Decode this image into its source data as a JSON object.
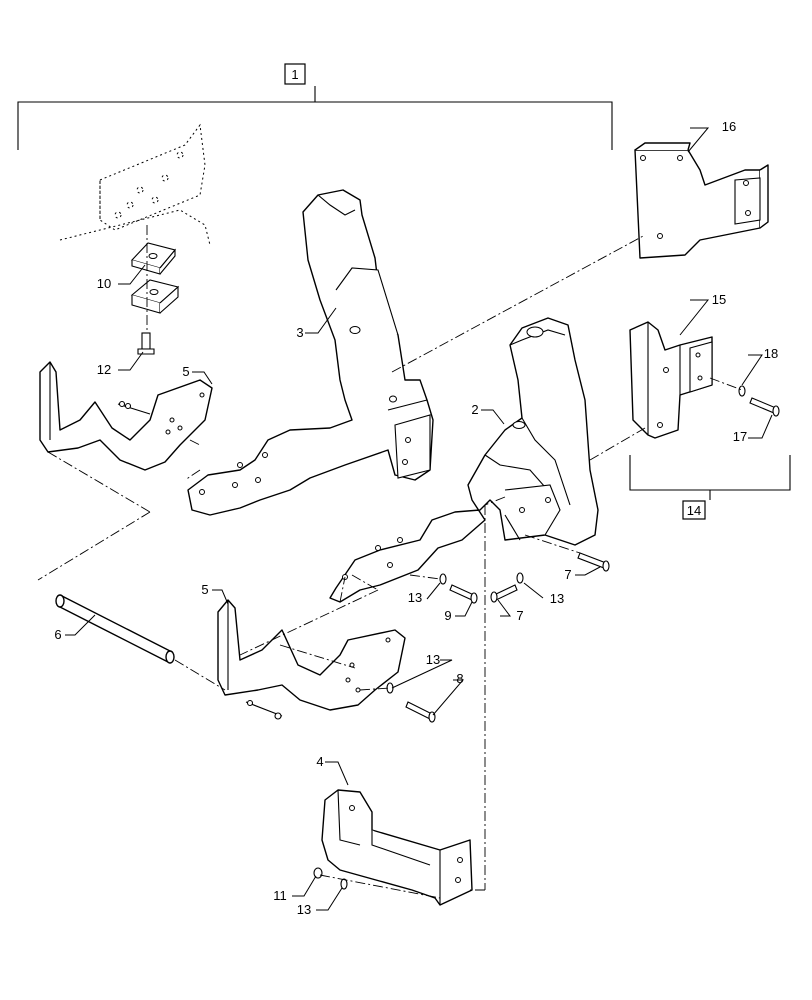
{
  "callouts": {
    "c1": "1",
    "c2": "2",
    "c3": "3",
    "c4": "4",
    "c5a": "5",
    "c5b": "5",
    "c6": "6",
    "c7a": "7",
    "c7b": "7",
    "c8": "8",
    "c9": "9",
    "c10": "10",
    "c11": "11",
    "c12": "12",
    "c13a": "13",
    "c13b": "13",
    "c13c": "13",
    "c13d": "13",
    "c14": "14",
    "c15": "15",
    "c16": "16",
    "c17": "17",
    "c18": "18"
  }
}
